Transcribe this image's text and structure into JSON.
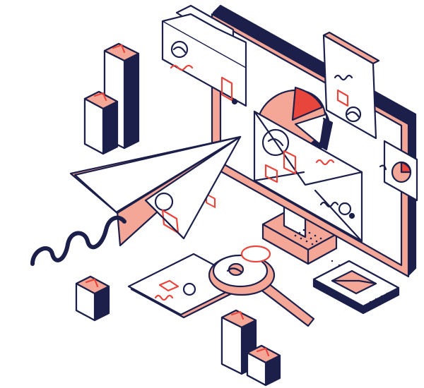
{
  "illustration": {
    "style": "isometric line art",
    "colors": {
      "outline": "#1b1f4a",
      "navy": "#1b1f4a",
      "peach": "#f4a796",
      "red": "#e8453c",
      "white": "#ffffff"
    },
    "objects": [
      "monitor",
      "pie-chart",
      "folder",
      "envelope",
      "paper-plane",
      "magnifying-glass",
      "document-card",
      "chart-bar-columns",
      "mail-tile"
    ]
  }
}
